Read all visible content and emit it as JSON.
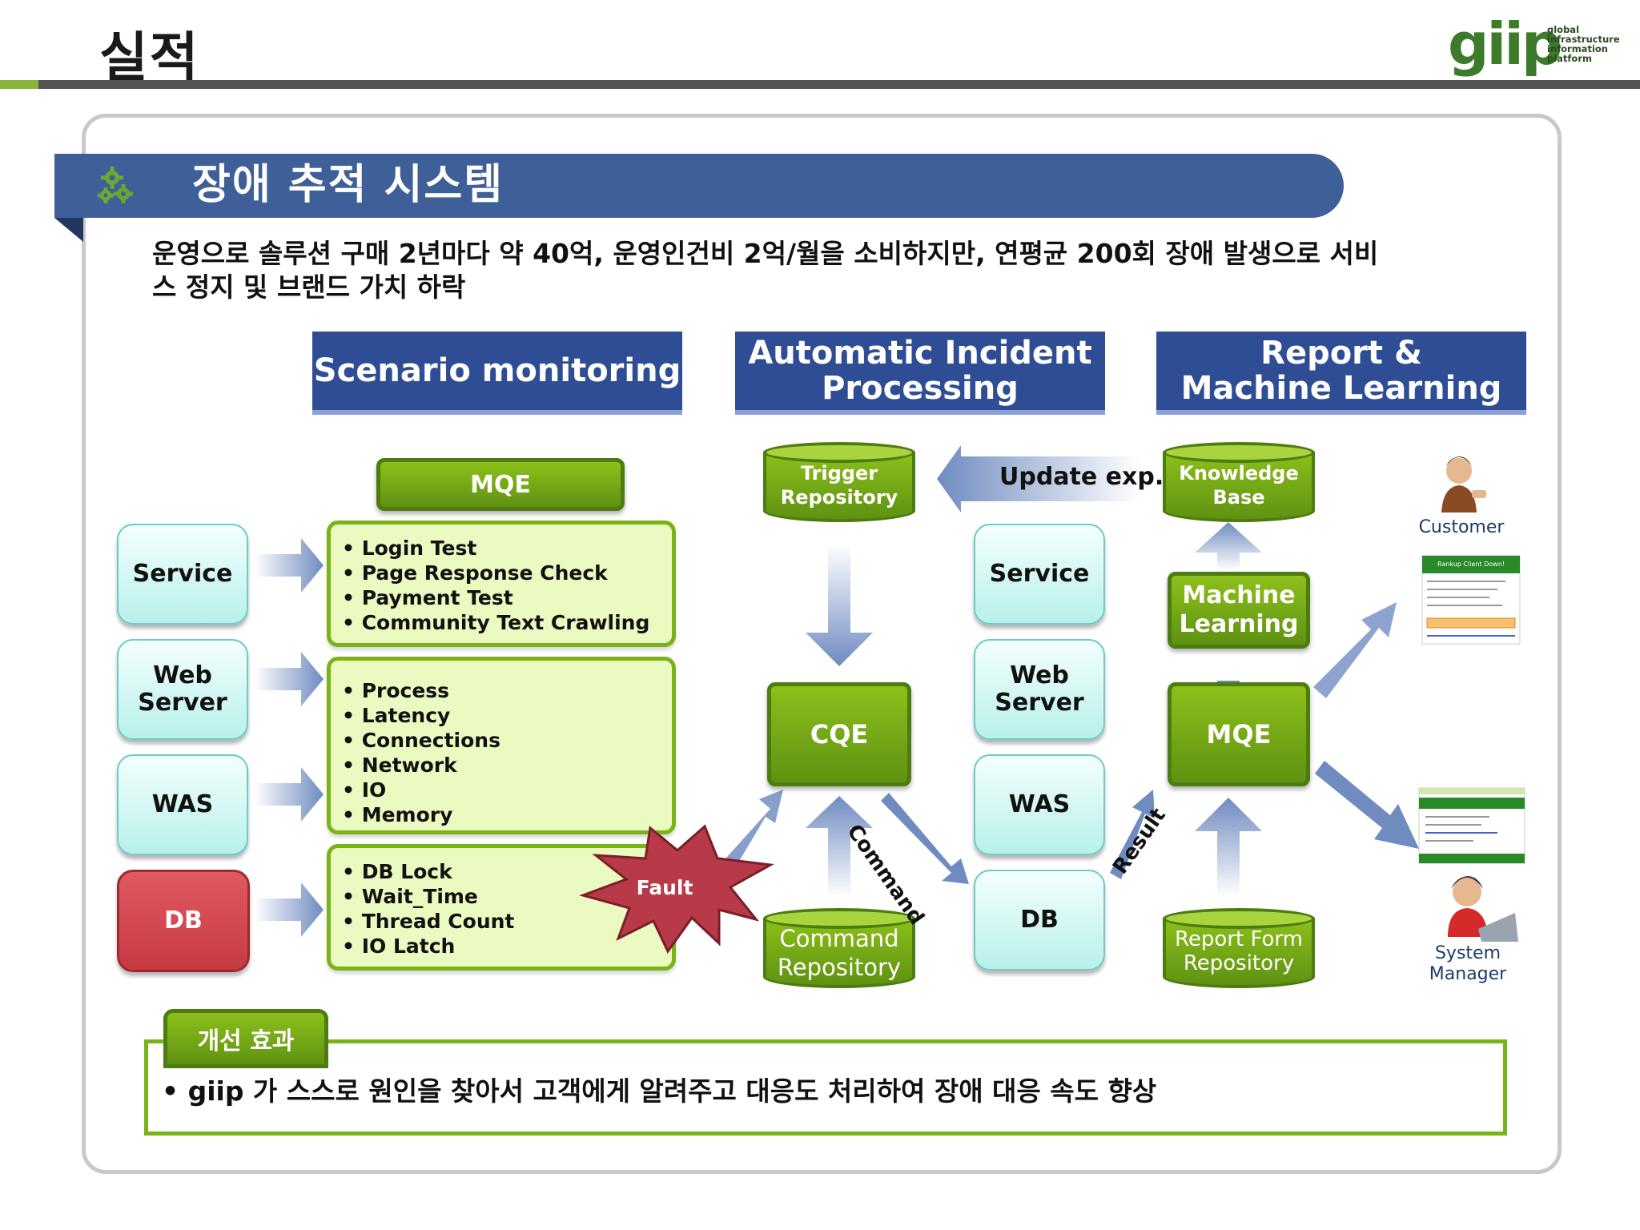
{
  "page": {
    "title": "실적",
    "logo_text": "giip",
    "logo_tagline": "global\ninfrastructure\ninformation\nplatform"
  },
  "section": {
    "title": "장애 추적 시스템",
    "intro": "운영으로 솔루션 구매 2년마다 약 40억, 운영인건비 2억/월을 소비하지만, 연평균 200회 장애 발생으로 서비스 정지 및 브랜드 가치 하락"
  },
  "headers": [
    "Scenario monitoring",
    "Automatic Incident\nProcessing",
    "Report &\nMachine Learning"
  ],
  "left_monitors": [
    "Service",
    "Web\nServer",
    "WAS",
    "DB"
  ],
  "mqe_label": "MQE",
  "check_lists": [
    [
      "Login Test",
      "Page Response Check",
      "Payment Test",
      "Community Text Crawling"
    ],
    [
      "Process",
      "Latency",
      "Connections",
      "Network",
      "IO",
      "Memory"
    ],
    [
      "DB Lock",
      "Wait_Time",
      "Thread Count",
      "IO Latch"
    ]
  ],
  "fault_label": "Fault",
  "middle": {
    "trigger_repo": "Trigger\nRepository",
    "cqe": "CQE",
    "command_repo": "Command\nRepository",
    "command_arrow": "Command",
    "update_exp": "Update exp."
  },
  "targets": [
    "Service",
    "Web\nServer",
    "WAS",
    "DB"
  ],
  "right": {
    "result_arrow": "Result",
    "knowledge_base": "Knowledge\nBase",
    "machine_learning": "Machine\nLearning",
    "mqe": "MQE",
    "report_form_repo": "Report Form\nRepository"
  },
  "actors": {
    "customer": "Customer",
    "system_manager": "System\nManager"
  },
  "report_thumbnail_title": "Rankup Client Down!",
  "effect": {
    "tab": "개선 효과",
    "text": "•   giip 가 스스로 원인을 찾아서 고객에게 알려주고 대응도 처리하여 장애 대응 속도 향상"
  },
  "colors": {
    "banner": "#3f5f99",
    "header": "#2e4d95",
    "green": "#7ab317",
    "cyan": "#b8f0ea",
    "red": "#c83a44"
  }
}
